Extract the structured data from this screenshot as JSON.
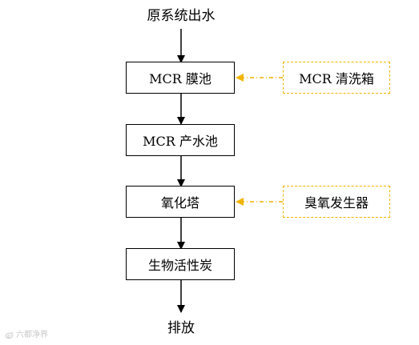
{
  "diagram": {
    "top_label": "原系统出水",
    "main_steps": [
      {
        "label": "MCR 膜池"
      },
      {
        "label": "MCR 产水池"
      },
      {
        "label": "氧化塔"
      },
      {
        "label": "生物活性炭"
      }
    ],
    "side_inputs": [
      {
        "label": "MCR 清洗箱",
        "target": "MCR 膜池"
      },
      {
        "label": "臭氧发生器",
        "target": "氧化塔"
      }
    ],
    "bottom_label": "排放"
  },
  "colors": {
    "main": "#000000",
    "side_accent": "#f0b400",
    "watermark": "#c8c8c8"
  },
  "watermark": {
    "icon": "weibo-logo-icon",
    "text": "六都净界"
  }
}
